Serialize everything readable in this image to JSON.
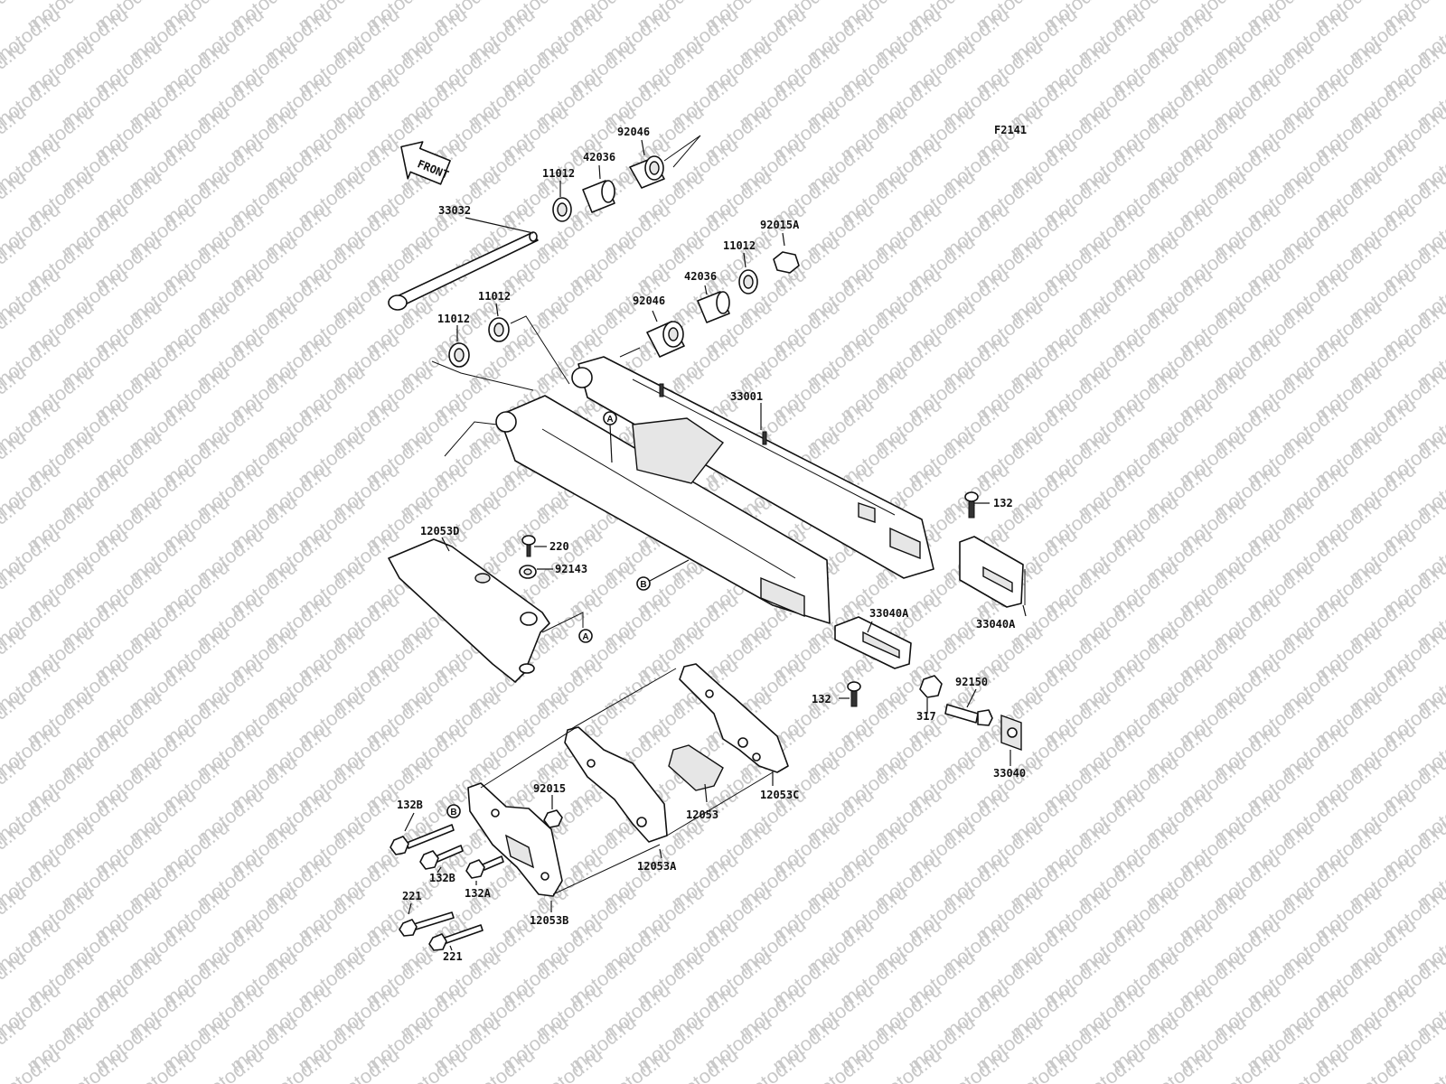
{
  "watermark": "motod.ru",
  "figure_code": "F2141",
  "front_label": "FRONT",
  "references": {
    "a": "A",
    "b": "B"
  },
  "parts": {
    "p92046_top": "92046",
    "p42036_top": "42036",
    "p11012_top": "11012",
    "p33032": "33032",
    "p92015A": "92015A",
    "p11012_right": "11012",
    "p42036_mid": "42036",
    "p92046_mid": "92046",
    "p11012_mid": "11012",
    "p11012_left": "11012",
    "p33001": "33001",
    "p132_right": "132",
    "p12053D": "12053D",
    "p220": "220",
    "p92143": "92143",
    "p33040A_mid": "33040A",
    "p33040A_right": "33040A",
    "p132_mid": "132",
    "p92150": "92150",
    "p317": "317",
    "p33040": "33040",
    "p12053C": "12053C",
    "p12053": "12053",
    "p92015": "92015",
    "p132B_top": "132B",
    "p132B_bottom": "132B",
    "p132A": "132A",
    "p12053A": "12053A",
    "p12053B": "12053B",
    "p221_top": "221",
    "p221_bottom": "221"
  }
}
